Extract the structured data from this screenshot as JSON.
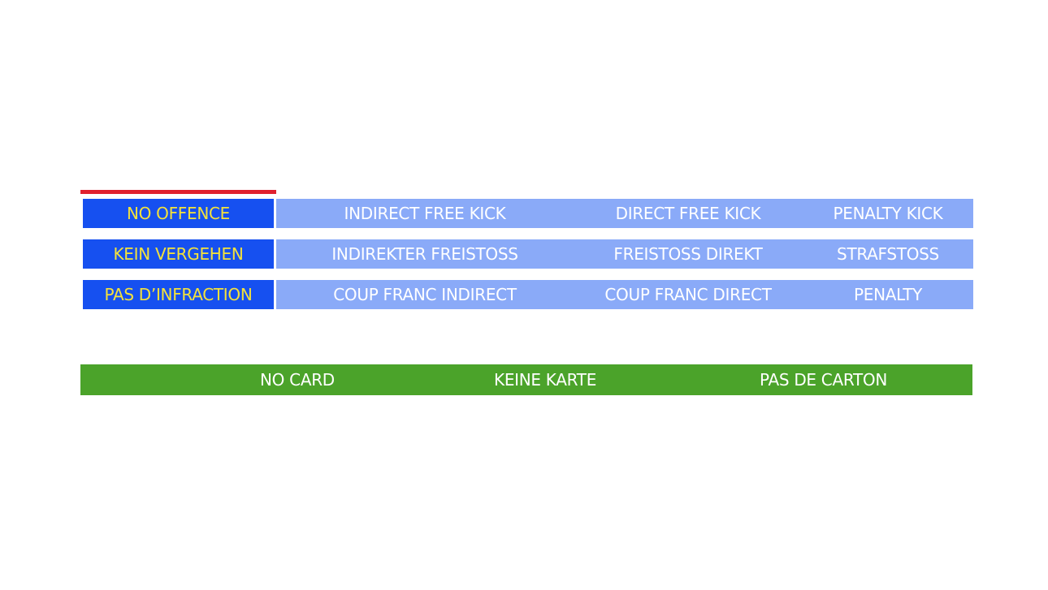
{
  "rows": [
    {
      "label": "NO OFFENCE",
      "options": [
        "INDIRECT FREE KICK",
        "DIRECT FREE KICK",
        "PENALTY KICK"
      ]
    },
    {
      "label": "KEIN VERGEHEN",
      "options": [
        "INDIREKTER FREISTOSS",
        "FREISTOSS DIREKT",
        "STRAFSTOSS"
      ]
    },
    {
      "label": "PAS D’INFRACTION",
      "options": [
        "COUP FRANC INDIRECT",
        "COUP FRANC DIRECT",
        "PENALTY"
      ]
    }
  ],
  "card_bar": {
    "items": [
      "NO CARD",
      "KEINE KARTE",
      "PAS DE CARTON"
    ]
  },
  "colors": {
    "selection_line": "#e0202e",
    "label_bg": "#1650f0",
    "label_text": "#f5e23a",
    "options_bg": "#8aaaf8",
    "card_bar_bg": "#4ba32a"
  }
}
